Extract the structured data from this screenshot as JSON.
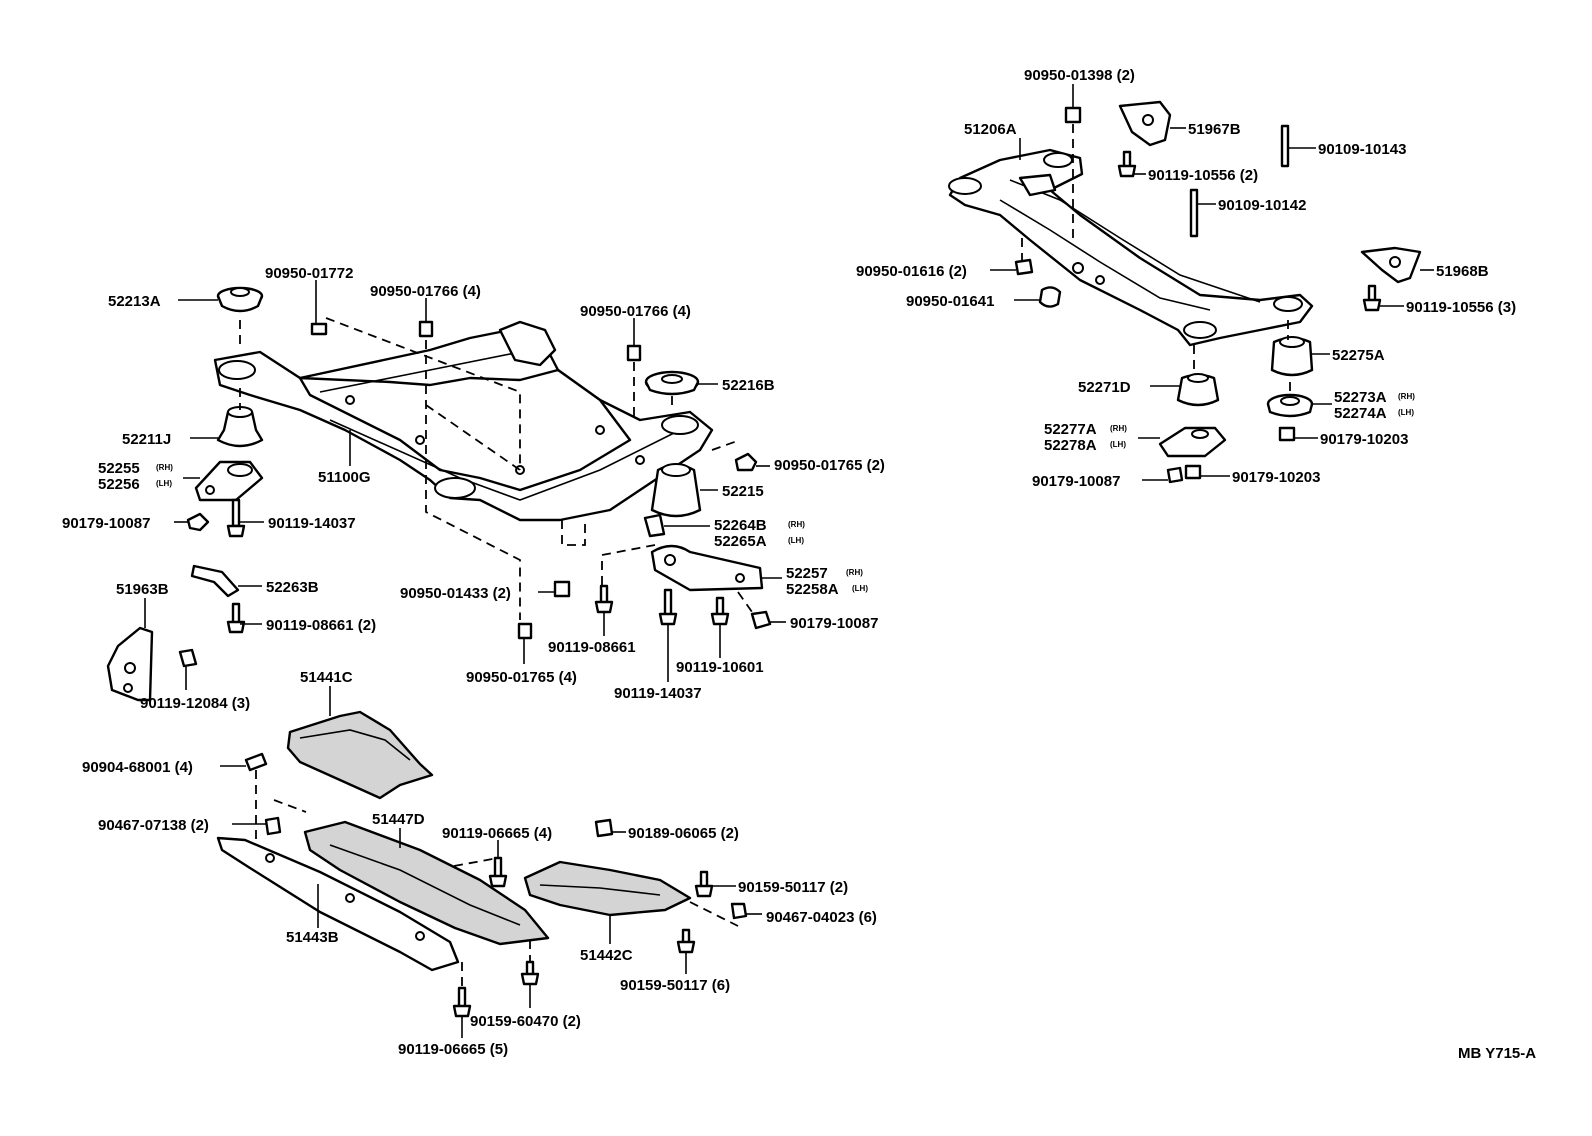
{
  "figure_code": "MB Y715-A",
  "callouts": {
    "p52213A": "52213A",
    "p90950_01772": "90950-01772",
    "p90950_01766a": "90950-01766 (4)",
    "p90950_01766b": "90950-01766 (4)",
    "p52216B": "52216B",
    "p52211J": "52211J",
    "p52255": "52255",
    "p52256": "52256",
    "p51100G": "51100G",
    "p90950_01765a": "90950-01765 (2)",
    "p52215": "52215",
    "p90179_10087a": "90179-10087",
    "p90119_14037a": "90119-14037",
    "p52264B": "52264B",
    "p52265A": "52265A",
    "p51963B": "51963B",
    "p52263B": "52263B",
    "p52257": "52257",
    "p52258A": "52258A",
    "p90950_01433": "90950-01433 (2)",
    "p90119_08661a": "90119-08661 (2)",
    "p90179_10087b": "90179-10087",
    "p90119_08661b": "90119-08661",
    "p90119_10601": "90119-10601",
    "p90119_12084": "90119-12084 (3)",
    "p90950_01765b": "90950-01765 (4)",
    "p90119_14037b": "90119-14037",
    "p51441C": "51441C",
    "p90904_68001": "90904-68001 (4)",
    "p90467_07138": "90467-07138 (2)",
    "p51447D": "51447D",
    "p90119_06665a": "90119-06665 (4)",
    "p90189_06065": "90189-06065 (2)",
    "p90159_50117a": "90159-50117 (2)",
    "p90467_04023": "90467-04023 (6)",
    "p51443B": "51443B",
    "p51442C": "51442C",
    "p90159_50117b": "90159-50117 (6)",
    "p90159_60470": "90159-60470 (2)",
    "p90119_06665b": "90119-06665 (5)",
    "p90950_01398": "90950-01398 (2)",
    "p51206A": "51206A",
    "p51967B": "51967B",
    "p90109_10143": "90109-10143",
    "p90119_10556a": "90119-10556 (2)",
    "p90109_10142": "90109-10142",
    "p90950_01616": "90950-01616 (2)",
    "p51968B": "51968B",
    "p90950_01641": "90950-01641",
    "p90119_10556b": "90119-10556 (3)",
    "p52275A": "52275A",
    "p52271D": "52271D",
    "p52273A": "52273A",
    "p52274A": "52274A",
    "p52277A": "52277A",
    "p52278A": "52278A",
    "p90179_10203a": "90179-10203",
    "p90179_10087c": "90179-10087",
    "p90179_10203b": "90179-10203"
  },
  "side_marks": {
    "rh": "(RH)",
    "lh": "(LH)"
  }
}
